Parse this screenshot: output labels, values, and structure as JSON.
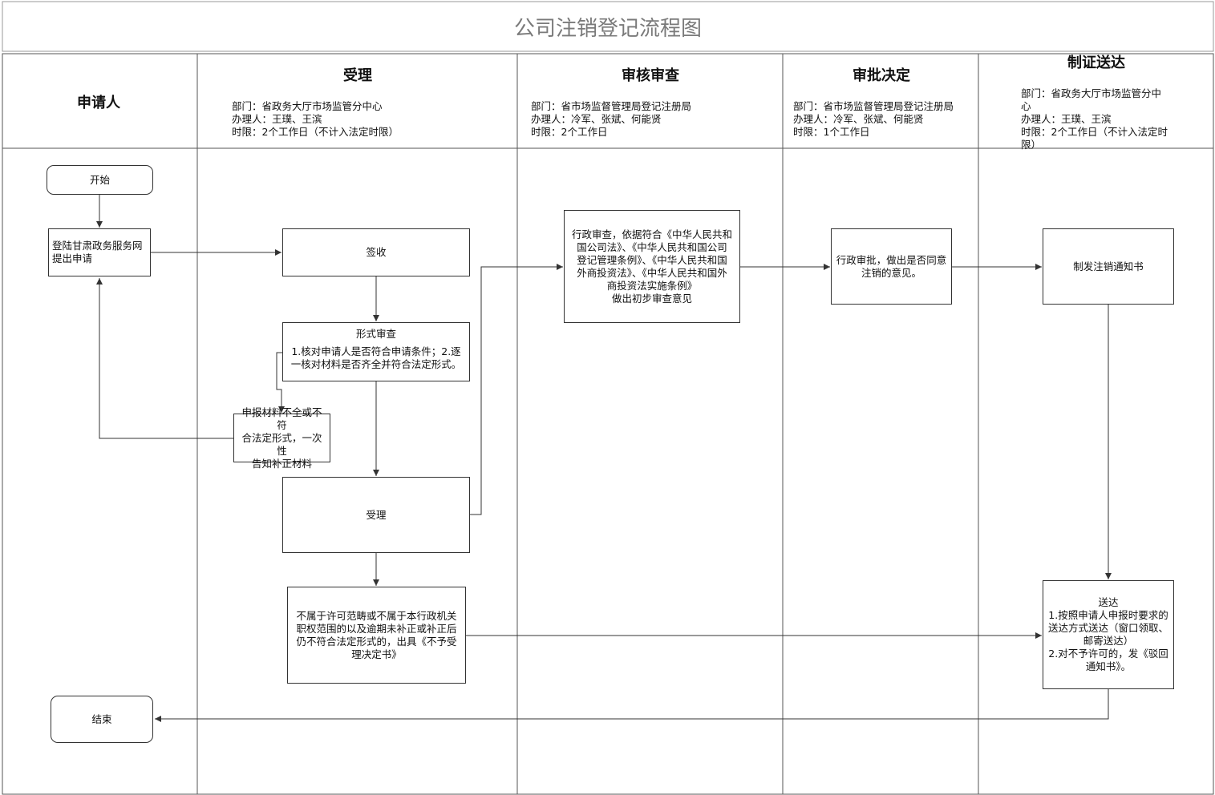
{
  "title": "公司注销登记流程图",
  "lanes": {
    "applicant": {
      "title": "申请人"
    },
    "accept": {
      "title": "受理",
      "dept": "部门：省政务大厅市场监管分中心",
      "handler": "办理人：王璞、王滨",
      "limit": "时限：2个工作日（不计入法定时限）"
    },
    "review": {
      "title": "审核审查",
      "dept": "部门：省市场监督管理局登记注册局",
      "handler": "办理人：冷军、张斌、何能贤",
      "limit": "时限：2个工作日"
    },
    "approve": {
      "title": "审批决定",
      "dept": "部门：省市场监督管理局登记注册局",
      "handler": "办理人：冷军、张斌、何能贤",
      "limit": "时限：1个工作日"
    },
    "deliver": {
      "title": "制证送达",
      "dept_1": "部门：省政务大厅市场监管分中",
      "dept_2": "心",
      "handler": "办理人：王璞、王滨",
      "limit_1": "时限：2个工作日（不计入法定时",
      "limit_2": "限）"
    }
  },
  "nodes": {
    "start": "开始",
    "apply": {
      "line1": "登陆甘肃政务服务网",
      "line2": "提出申请"
    },
    "sign": "签收",
    "formal": {
      "title": "形式审查",
      "line1": "1.核对申请人是否符合申请条件；2.逐",
      "line2": "一核对材料是否齐全并符合法定形式。"
    },
    "supplement": {
      "line1": "申报材料不全或不符",
      "line2": "合法定形式，一次性",
      "line3": "告知补正材料"
    },
    "accept": "受理",
    "reject": {
      "line1": "不属于许可范畴或不属于本行政机关",
      "line2": "职权范围的以及逾期未补正或补正后",
      "line3": "仍不符合法定形式的，出具《不予受",
      "line4": "理决定书》"
    },
    "review": {
      "line1": "行政审查，依据符合《中华人民共和",
      "line2": "国公司法》、《中华人民共和国公司",
      "line3": "登记管理条例》、《中华人民共和国",
      "line4": "外商投资法》、《中华人民共和国外",
      "line5": "商投资法实施条例》",
      "line6": "做出初步审查意见"
    },
    "approve": {
      "line1": "行政审批，做出是否同意",
      "line2": "注销的意见。"
    },
    "notice": "制发注销通知书",
    "deliver": {
      "title": "送达",
      "line1": "1.按照申请人申报时要求的",
      "line2": "送达方式送达（窗口领取、",
      "line3": "邮寄送达）",
      "line4": "2.对不予许可的，发《驳回",
      "line5": "通知书》。"
    },
    "end": "结束"
  }
}
